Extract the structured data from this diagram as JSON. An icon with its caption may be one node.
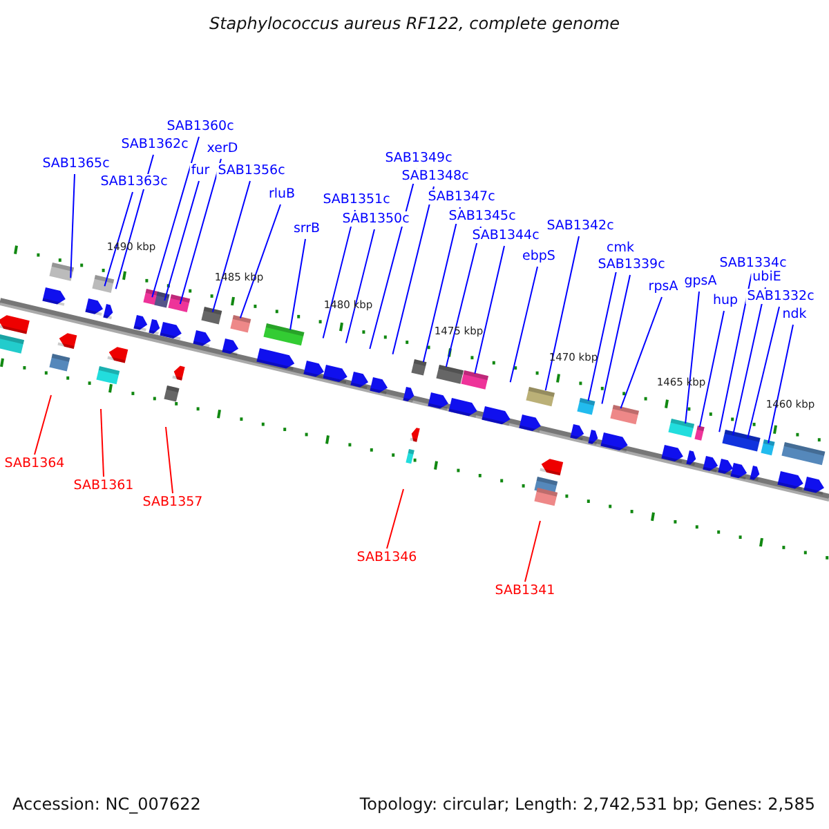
{
  "diagram": {
    "title": "Staphylococcus aureus RF122, complete genome",
    "nodes": [
      {
        "text": [
          "SAB1365c"
        ]
      },
      {
        "text": [
          "SAB1362c"
        ]
      },
      {
        "text": [
          "SAB1363c"
        ]
      },
      {
        "text": [
          "SAB1360c"
        ]
      },
      {
        "text": [
          "xerD"
        ]
      },
      {
        "text": [
          "fur"
        ]
      },
      {
        "text": [
          "SAB1356c"
        ]
      },
      {
        "text": [
          "rluB"
        ]
      },
      {
        "text": [
          "srrB"
        ]
      },
      {
        "text": [
          "SAB1351c"
        ]
      },
      {
        "text": [
          "SAB1350c"
        ]
      },
      {
        "text": [
          "SAB1349c"
        ]
      },
      {
        "text": [
          "SAB1348c"
        ]
      },
      {
        "text": [
          "SAB1347c"
        ]
      },
      {
        "text": [
          "SAB1345c"
        ]
      },
      {
        "text": [
          "SAB1344c"
        ]
      },
      {
        "text": [
          "ebpS"
        ]
      },
      {
        "text": [
          "SAB1342c"
        ]
      },
      {
        "text": [
          "cmk"
        ]
      },
      {
        "text": [
          "SAB1339c"
        ]
      },
      {
        "text": [
          "rpsA"
        ]
      },
      {
        "text": [
          "gpsA"
        ]
      },
      {
        "text": [
          "hup"
        ]
      },
      {
        "text": [
          "SAB1334c"
        ]
      },
      {
        "text": [
          "ubiE"
        ]
      },
      {
        "text": [
          "SAB1332c"
        ]
      },
      {
        "text": [
          "ndk"
        ]
      },
      {
        "text": [
          "SAB1364"
        ]
      },
      {
        "text": [
          "SAB1361"
        ]
      },
      {
        "text": [
          "SAB1357"
        ]
      },
      {
        "text": [
          "SAB1346"
        ]
      },
      {
        "text": [
          "SAB1341"
        ]
      }
    ],
    "edges": [
      {
        "from": 0,
        "to": null,
        "arrow": "none"
      },
      {
        "from": 1,
        "to": null,
        "arrow": "none"
      },
      {
        "from": 2,
        "to": null,
        "arrow": "none"
      },
      {
        "from": 3,
        "to": null,
        "arrow": "none"
      },
      {
        "from": 4,
        "to": null,
        "arrow": "none"
      },
      {
        "from": 5,
        "to": null,
        "arrow": "none"
      },
      {
        "from": 6,
        "to": null,
        "arrow": "none"
      },
      {
        "from": 7,
        "to": null,
        "arrow": "none"
      },
      {
        "from": 8,
        "to": null,
        "arrow": "none"
      },
      {
        "from": 9,
        "to": null,
        "arrow": "none"
      },
      {
        "from": 10,
        "to": null,
        "arrow": "none"
      },
      {
        "from": 11,
        "to": null,
        "arrow": "none"
      },
      {
        "from": 12,
        "to": null,
        "arrow": "none"
      },
      {
        "from": 13,
        "to": null,
        "arrow": "none"
      },
      {
        "from": 14,
        "to": null,
        "arrow": "none"
      },
      {
        "from": 15,
        "to": null,
        "arrow": "none"
      },
      {
        "from": 16,
        "to": null,
        "arrow": "none"
      },
      {
        "from": 17,
        "to": null,
        "arrow": "none"
      },
      {
        "from": 18,
        "to": null,
        "arrow": "none"
      },
      {
        "from": 19,
        "to": null,
        "arrow": "none"
      },
      {
        "from": 20,
        "to": null,
        "arrow": "none"
      },
      {
        "from": 21,
        "to": null,
        "arrow": "none"
      },
      {
        "from": 22,
        "to": null,
        "arrow": "none"
      },
      {
        "from": 23,
        "to": null,
        "arrow": "none"
      },
      {
        "from": 24,
        "to": null,
        "arrow": "none"
      },
      {
        "from": 25,
        "to": null,
        "arrow": "none"
      },
      {
        "from": 26,
        "to": null,
        "arrow": "none"
      },
      {
        "from": 27,
        "to": null,
        "arrow": "none",
        "color": "#ff0000"
      },
      {
        "from": 28,
        "to": null,
        "arrow": "none",
        "color": "#ff0000"
      },
      {
        "from": 29,
        "to": null,
        "arrow": "none",
        "color": "#ff0000"
      },
      {
        "from": 30,
        "to": null,
        "arrow": "none",
        "color": "#ff0000"
      },
      {
        "from": 31,
        "to": null,
        "arrow": "none",
        "color": "#ff0000"
      }
    ],
    "labels": [
      "1490 kbp",
      "1485 kbp",
      "1480 kbp",
      "1475 kbp",
      "1470 kbp",
      "1465 kbp",
      "1460 kbp",
      "Accession: NC_007622",
      "Topology: circular; Length: 2,742,531 bp; Genes: 2,585"
    ]
  }
}
